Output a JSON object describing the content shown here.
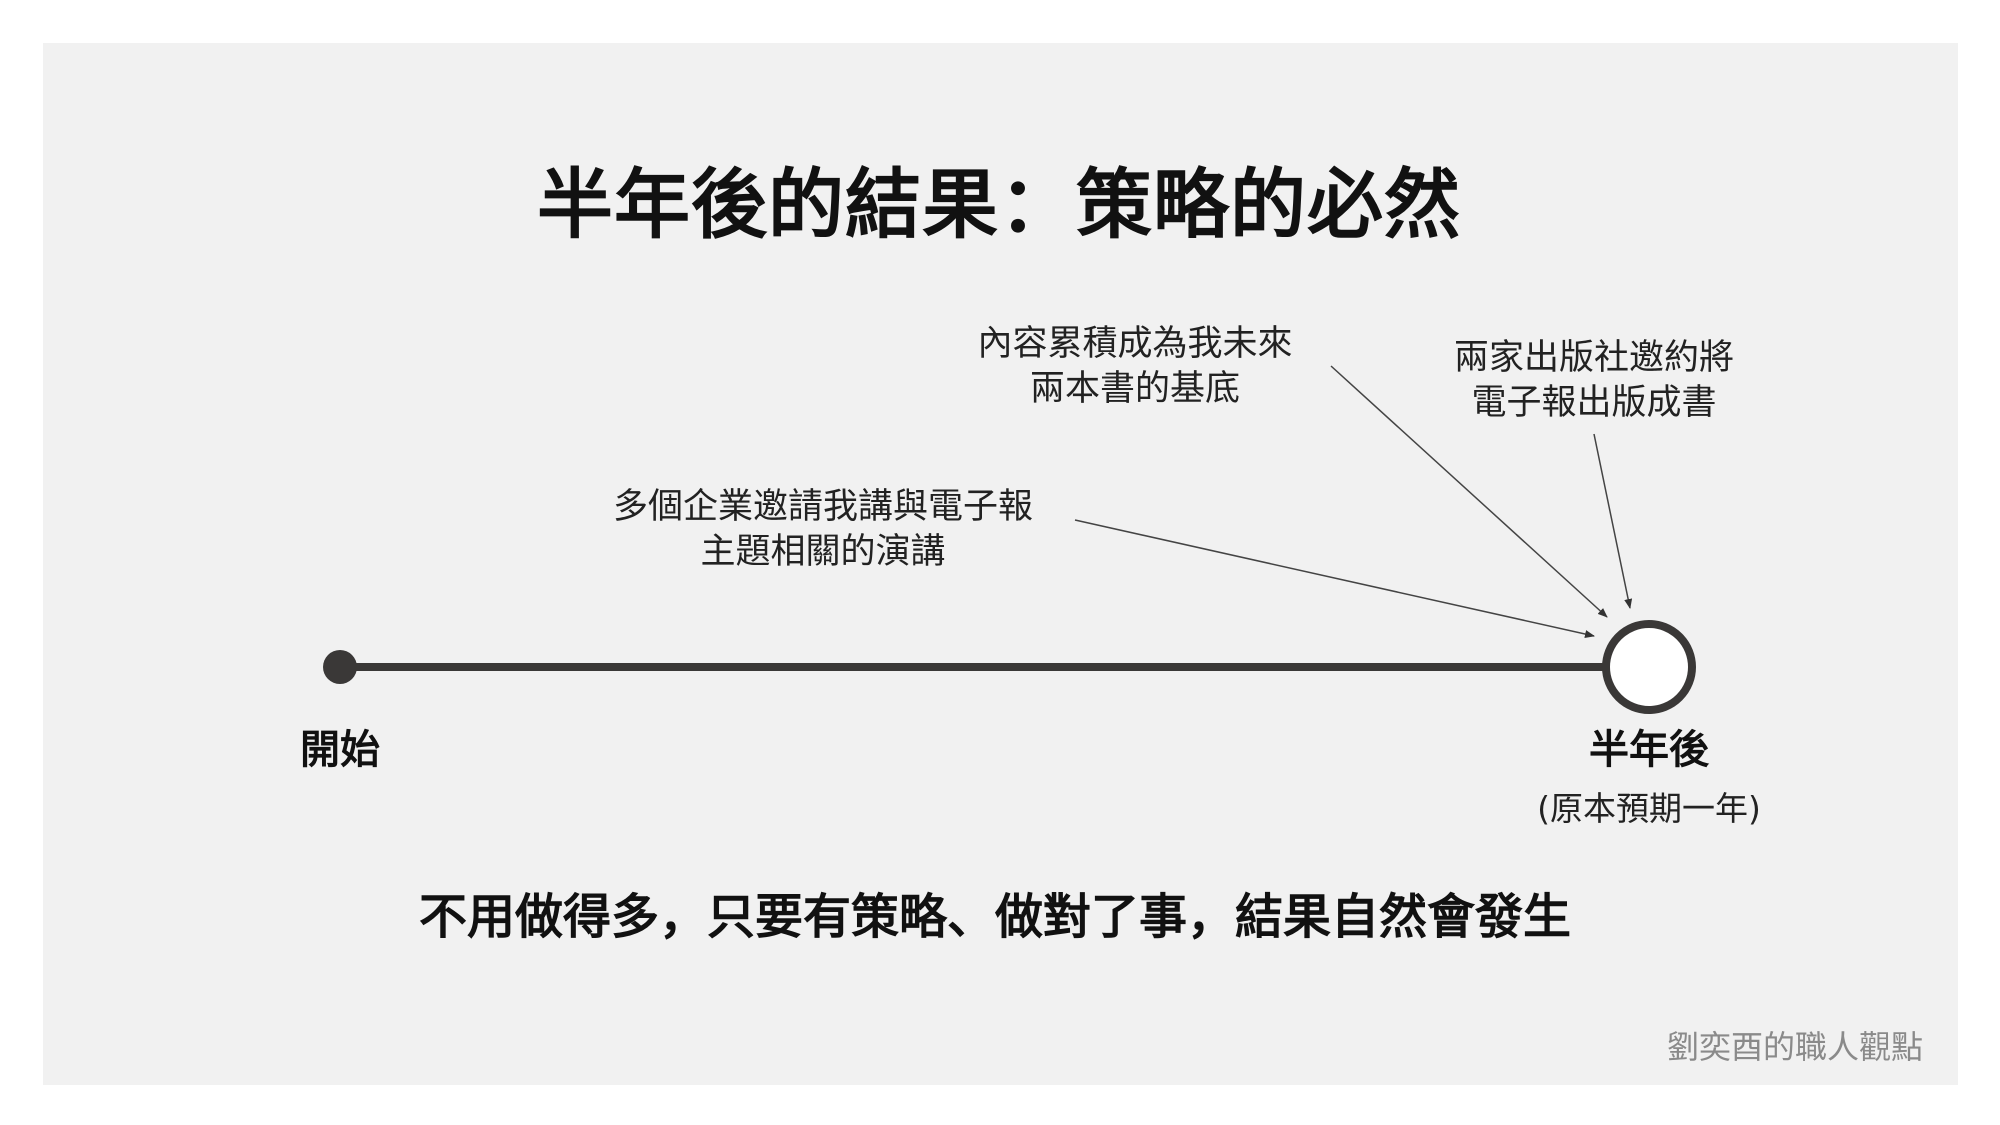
{
  "slide": {
    "title": "半年後的結果：策略的必然",
    "timeline": {
      "start_label": "開始",
      "end_label": "半年後",
      "end_note": "(原本預期一年)"
    },
    "annotations": [
      {
        "line1": "多個企業邀請我講與電子報",
        "line2": "主題相關的演講"
      },
      {
        "line1": "內容累積成為我未來",
        "line2": "兩本書的基底"
      },
      {
        "line1": "兩家出版社邀約將",
        "line2": "電子報出版成書"
      }
    ],
    "conclusion": "不用做得多，只要有策略、做對了事，結果自然會發生",
    "watermark": "劉奕酉的職人觀點"
  },
  "colors": {
    "panel": "#f1f1f1",
    "line": "#3a3837",
    "text": "#111111",
    "watermark": "#8a8a8a"
  }
}
